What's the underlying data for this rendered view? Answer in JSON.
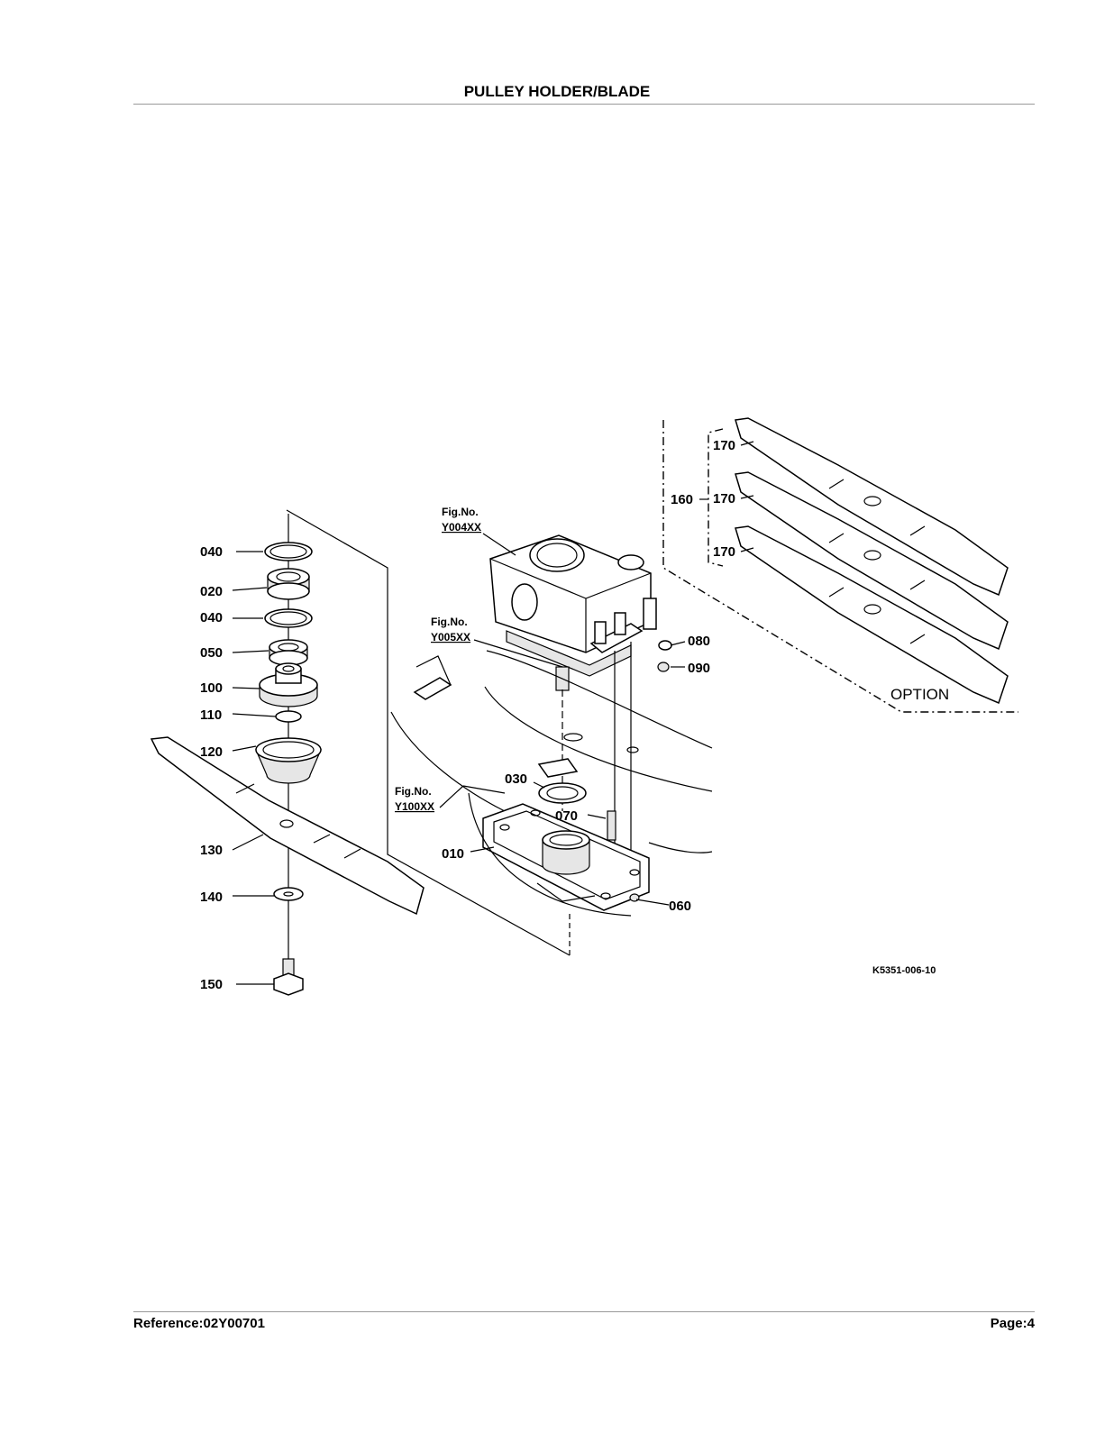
{
  "header": {
    "title": "PULLEY HOLDER/BLADE"
  },
  "footer": {
    "reference": "Reference:02Y00701",
    "page": "Page:4"
  },
  "diagram": {
    "fig_refs": [
      {
        "label": "Fig.No.",
        "number": "Y004XX"
      },
      {
        "label": "Fig.No.",
        "number": "Y005XX"
      },
      {
        "label": "Fig.No.",
        "number": "Y100XX"
      }
    ],
    "callouts": [
      "040",
      "020",
      "040",
      "050",
      "100",
      "110",
      "120",
      "130",
      "140",
      "150",
      "030",
      "070",
      "010",
      "060",
      "080",
      "090",
      "160",
      "170",
      "170",
      "170"
    ],
    "option_label": "OPTION",
    "drawing_code": "K5351-006-10"
  }
}
